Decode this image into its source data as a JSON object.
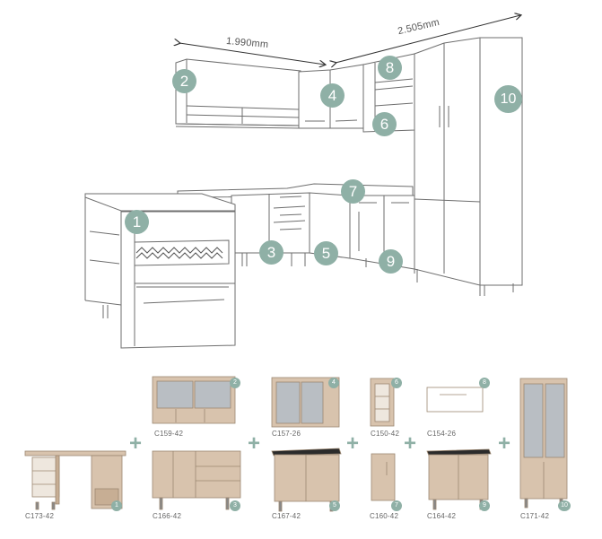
{
  "dimensions": {
    "left": "1.990mm",
    "right": "2.505mm"
  },
  "badges": [
    "1",
    "2",
    "3",
    "4",
    "5",
    "6",
    "7",
    "8",
    "9",
    "10"
  ],
  "modules": [
    {
      "code": "C173-42",
      "num": "1"
    },
    {
      "code": "C159-42",
      "num": "2"
    },
    {
      "code": "C166-42",
      "num": "3"
    },
    {
      "code": "C157-26",
      "num": "4"
    },
    {
      "code": "C167-42",
      "num": "5"
    },
    {
      "code": "C150-42",
      "num": "6"
    },
    {
      "code": "C160-42",
      "num": "7"
    },
    {
      "code": "C154-26",
      "num": "8"
    },
    {
      "code": "C164-42",
      "num": "9"
    },
    {
      "code": "C171-42",
      "num": "10"
    }
  ],
  "plus_sign": "+",
  "colors": {
    "badge": "#8fb0a6",
    "wood": "#d8c3ad",
    "wood_dark": "#c7ae94",
    "top": "#2b2b2b",
    "glass": "#b9bec3",
    "line": "#6e6e6e"
  }
}
